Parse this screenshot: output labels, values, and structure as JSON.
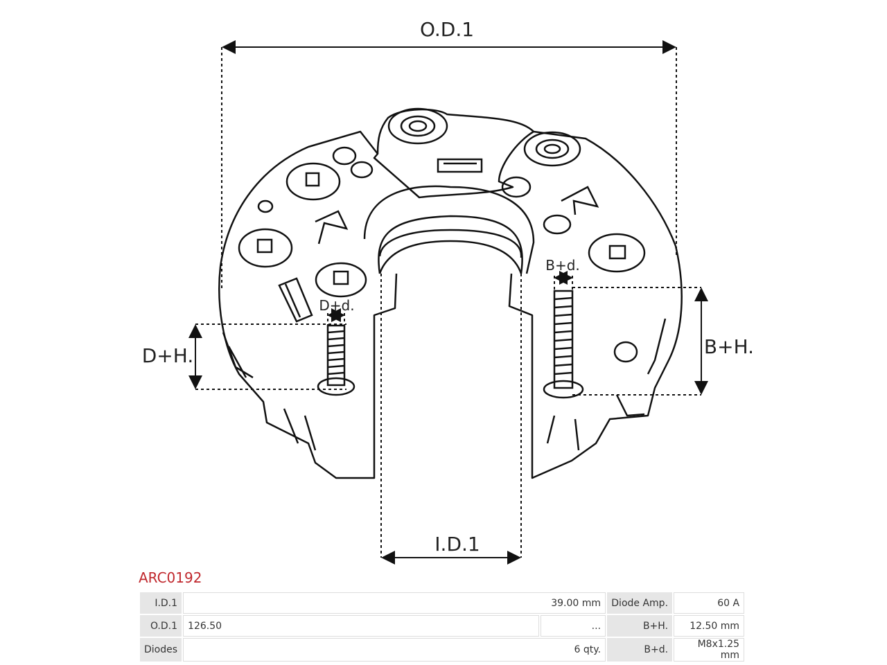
{
  "diagram": {
    "labels": {
      "od1": "O.D.1",
      "id1": "I.D.1",
      "dh": "D+H.",
      "dd": "D+d.",
      "bh": "B+H.",
      "bd": "B+d."
    }
  },
  "part": {
    "code": "ARC0192",
    "accent_color": "#c0282d"
  },
  "specs": {
    "rows": [
      {
        "label1": "I.D.1",
        "value1": "39.00 mm",
        "label2": "Diode Amp.",
        "value2": "60 A"
      },
      {
        "label1": "O.D.1",
        "value1": "126.50",
        "extra": "...",
        "label2": "B+H.",
        "value2": "12.50 mm"
      },
      {
        "label1": "Diodes",
        "value1": "6 qty.",
        "label2": "B+d.",
        "value2": "M8x1.25 mm"
      }
    ]
  }
}
